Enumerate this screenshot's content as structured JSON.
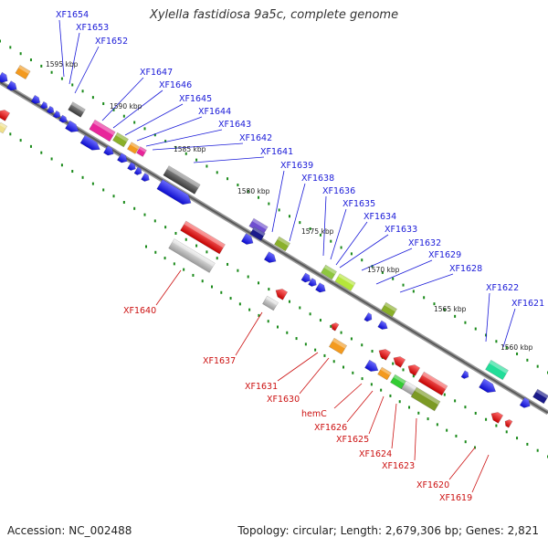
{
  "title": "Xylella fastidiosa 9a5c, complete genome",
  "footer": {
    "accession": "Accession: NC_002488",
    "summary": "Topology: circular; Length: 2,679,306 bp; Genes: 2,821"
  },
  "kbp_ticks": [
    "1595 kbp",
    "1590 kbp",
    "1585 kbp",
    "1580 kbp",
    "1575 kbp",
    "1570 kbp",
    "1565 kbp",
    "1560 kbp"
  ],
  "upper_labels": [
    "XF1654",
    "XF1653",
    "XF1652",
    "XF1647",
    "XF1646",
    "XF1645",
    "XF1644",
    "XF1643",
    "XF1642",
    "XF1641",
    "XF1639",
    "XF1638",
    "XF1636",
    "XF1635",
    "XF1634",
    "XF1633",
    "XF1632",
    "XF1629",
    "XF1628",
    "XF1622",
    "XF1621"
  ],
  "lower_labels": [
    "XF1640",
    "XF1637",
    "XF1631",
    "XF1630",
    "hemC",
    "XF1626",
    "XF1625",
    "XF1624",
    "XF1623",
    "XF1620",
    "XF1619"
  ],
  "colors": {
    "backbone": "#777777",
    "gc_marks": "#1a8a1a",
    "label_blue": "#1a1ad8",
    "label_red": "#cc1111",
    "gene_blue": "#1e1ef0",
    "gene_red": "#ee1111"
  }
}
